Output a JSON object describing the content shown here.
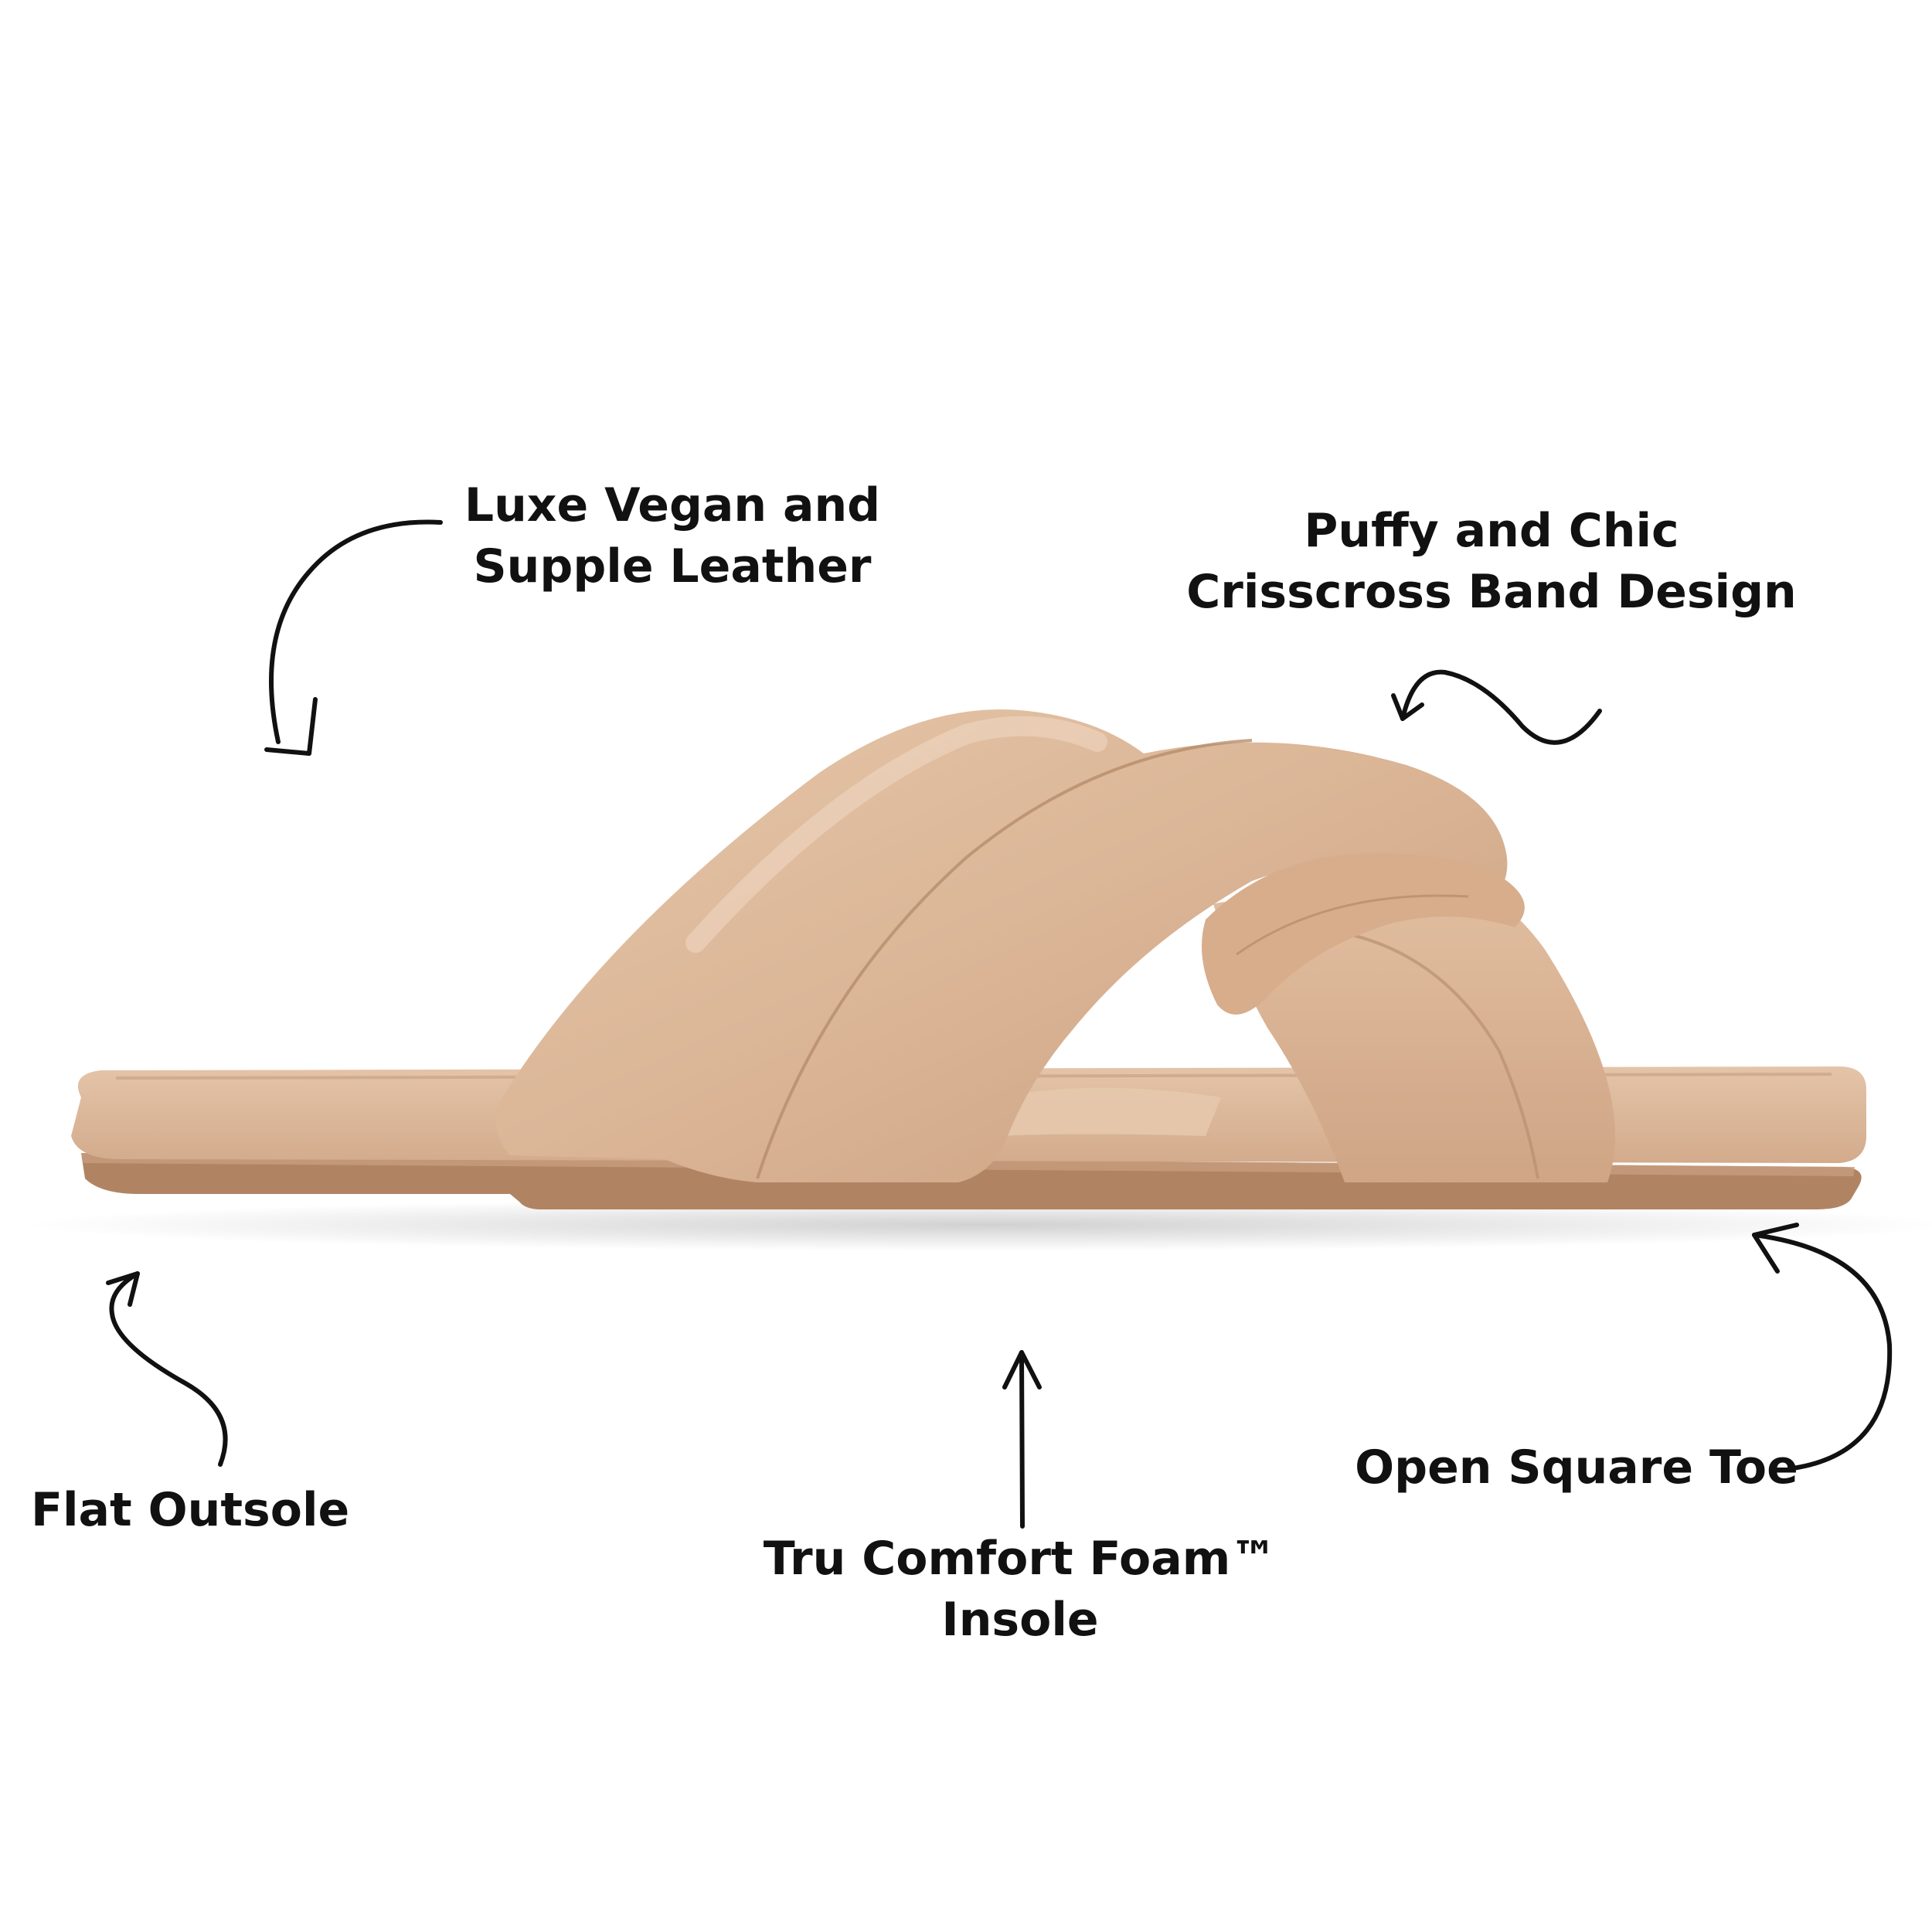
{
  "callouts": {
    "leather": {
      "line1": "Luxe Vegan and",
      "line2": "Supple Leather"
    },
    "band": {
      "line1": "Puffy and Chic",
      "line2": "Crisscross Band Design"
    },
    "outsole": {
      "line1": "Flat Outsole"
    },
    "insole": {
      "line1": "Tru Comfort Foam™",
      "line2": "Insole"
    },
    "toe": {
      "line1": "Open Square Toe"
    }
  },
  "product": {
    "image": "tan-puffy-crisscross-slide-sandal",
    "color": "#d9b394"
  },
  "arrow_color": "#111111"
}
